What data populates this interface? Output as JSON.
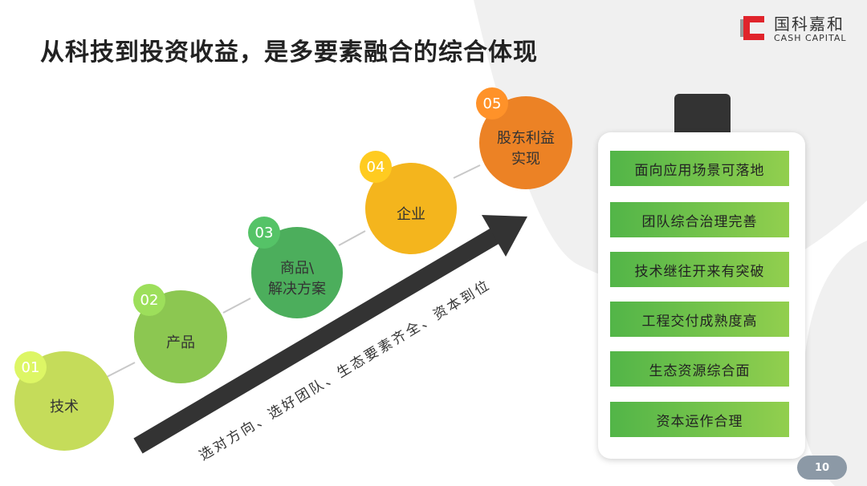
{
  "title": "从科技到投资收益，是多要素融合的综合体现",
  "logo": {
    "cn": "国科嘉和",
    "en": "CASH CAPITAL",
    "color": "#e0242b"
  },
  "steps": [
    {
      "num": "01",
      "label": "技术",
      "color": "#c5dc5a"
    },
    {
      "num": "02",
      "label": "产品",
      "color": "#8cc751"
    },
    {
      "num": "03",
      "label": "商品\\\n解决方案",
      "color": "#4cae5c"
    },
    {
      "num": "04",
      "label": "企业",
      "color": "#f4b51d"
    },
    {
      "num": "05",
      "label": "股东利益\n实现",
      "color": "#ec8225"
    }
  ],
  "slogan": "选对方向、选好团队、生态要素齐全、资本到位",
  "factors": [
    "面向应用场景可落地",
    "团队综合治理完善",
    "技术继往开来有突破",
    "工程交付成熟度高",
    "生态资源综合面",
    "资本运作合理"
  ],
  "page_number": "10"
}
